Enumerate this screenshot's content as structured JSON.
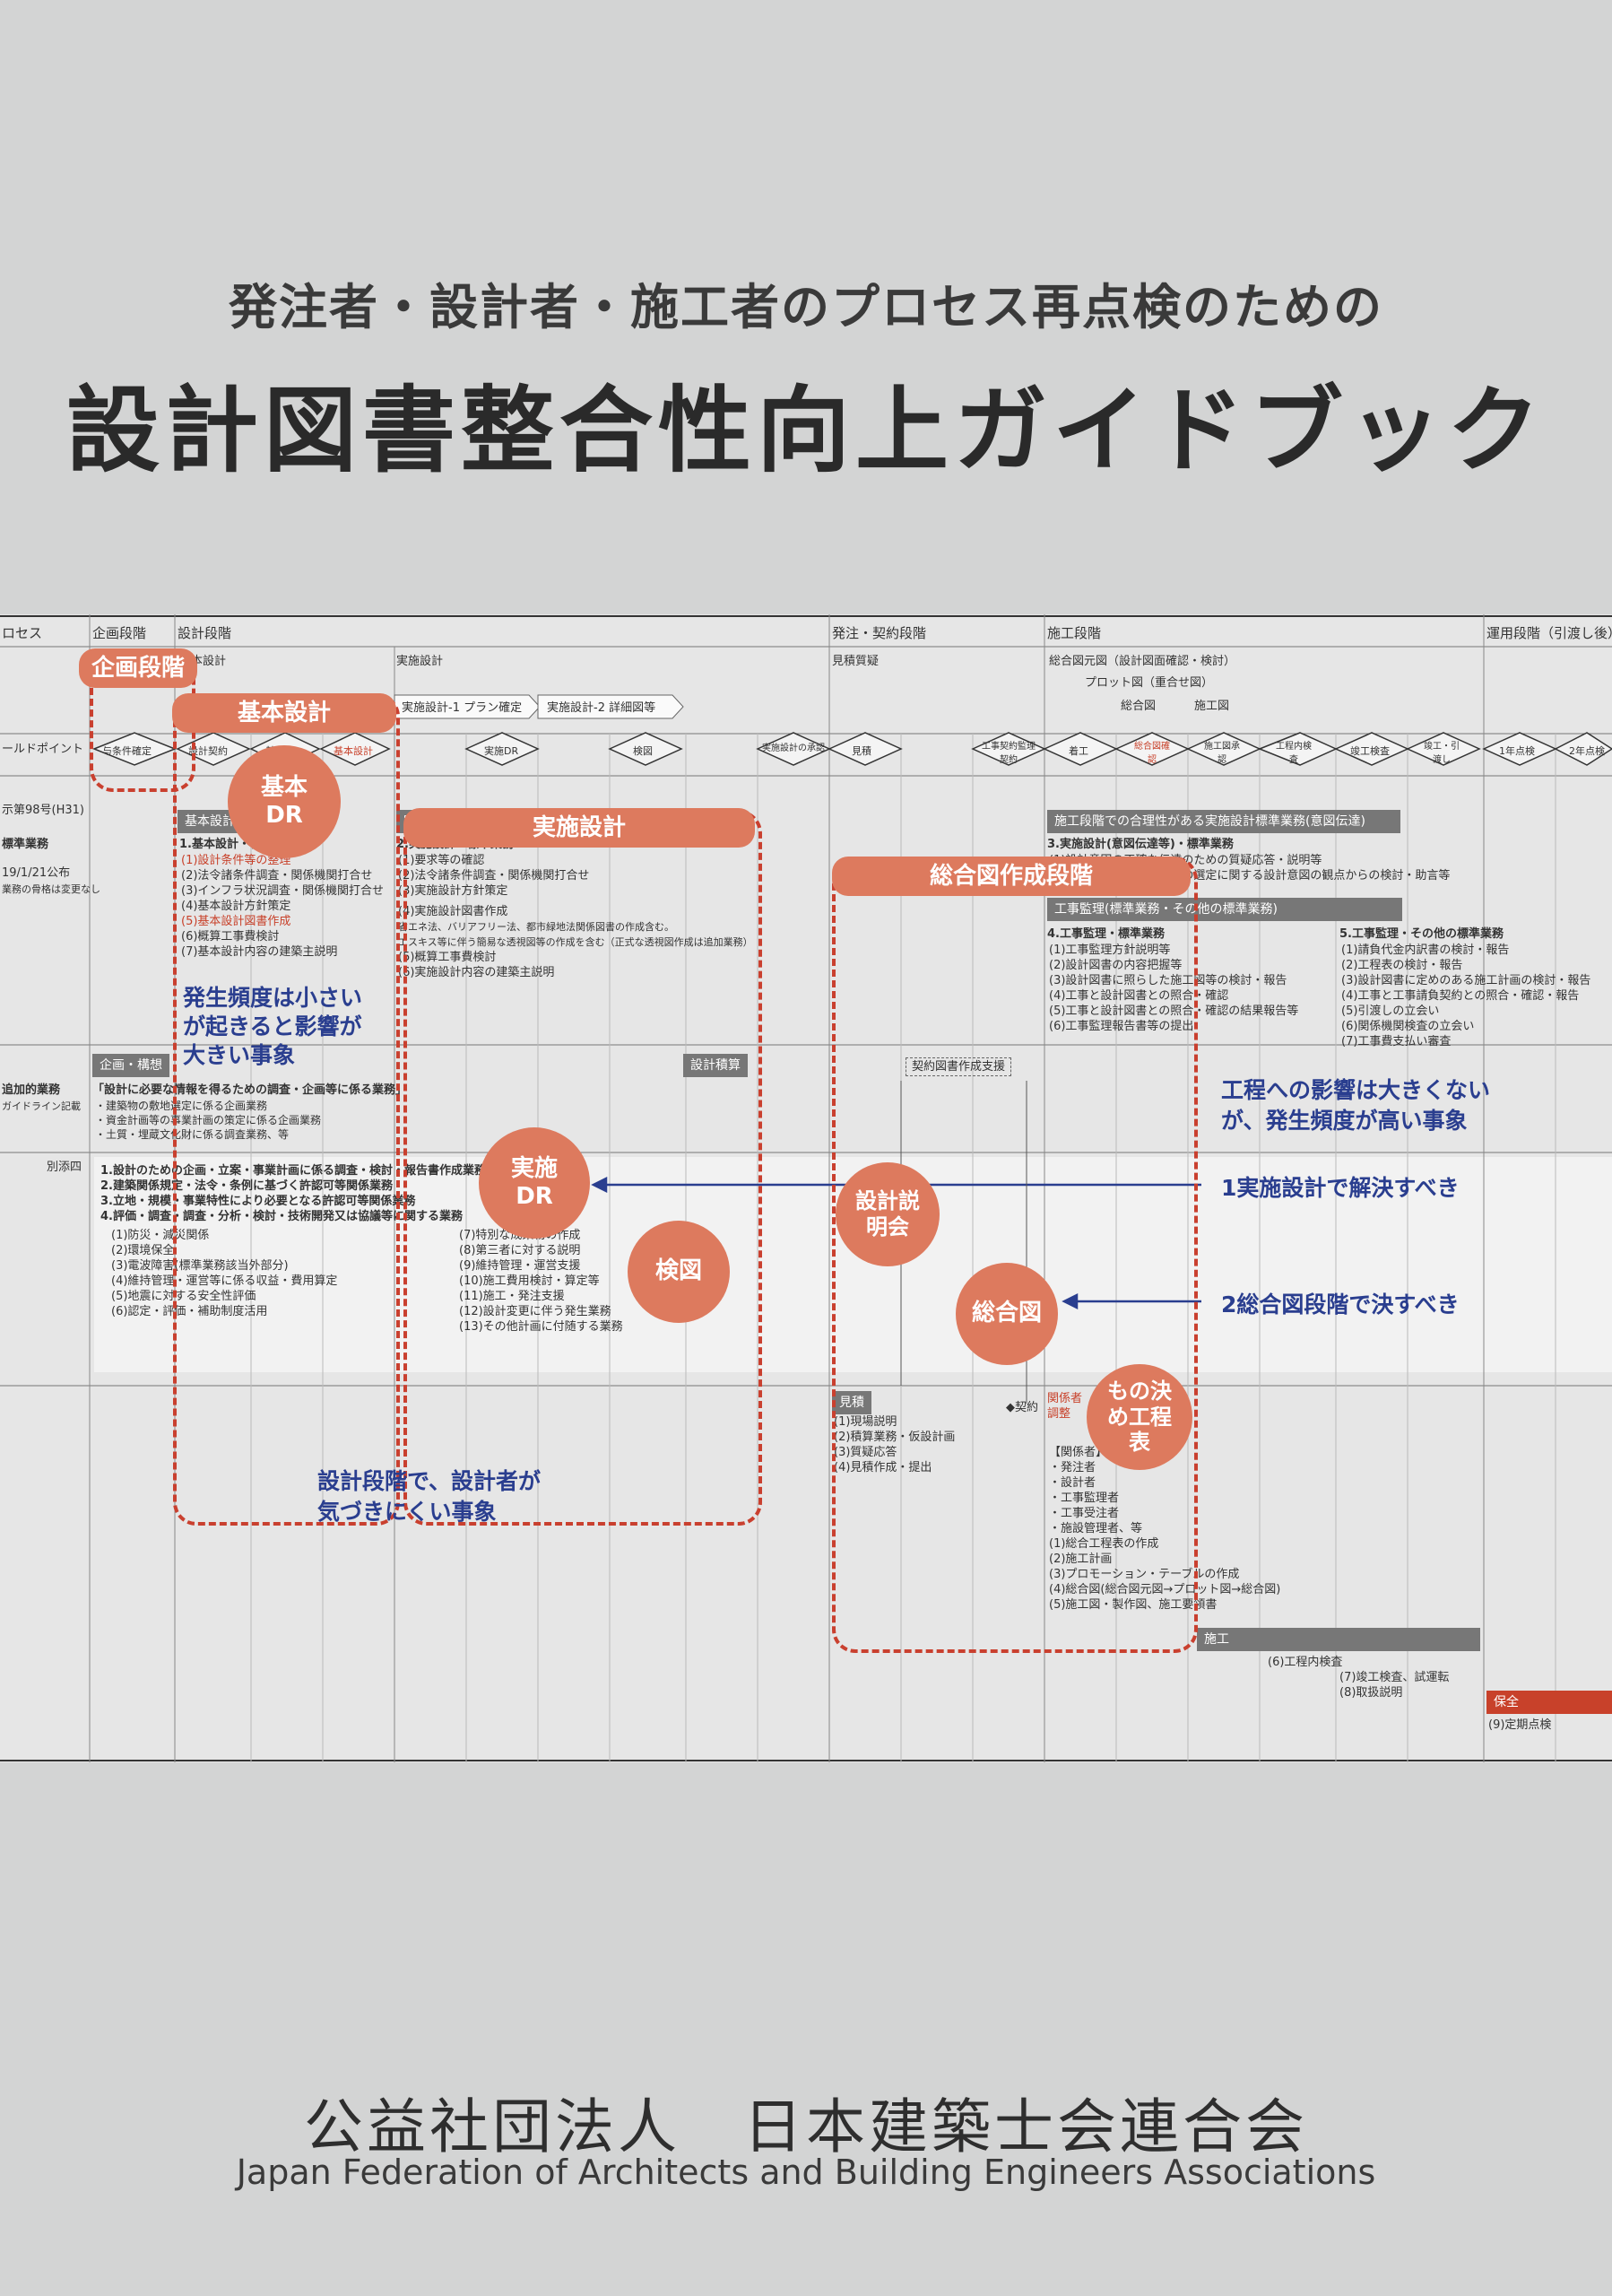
{
  "cover": {
    "subtitle": "発注者・設計者・施工者のプロセス再点検のための",
    "title": "設計図書整合性向上ガイドブック",
    "org_jp": "公益社団法人　日本建築士会連合会",
    "org_en": "Japan Federation of Architects and Building Engineers Associations"
  },
  "chart": {
    "row_labels": {
      "process": "ロセス",
      "milestone": "ールドポイント",
      "notice": "示第98号(H31)",
      "standard": "標準業務",
      "date_note": "19/1/21公布",
      "date_note2": "業務の骨格は変更なし",
      "additional": "追加的業務",
      "guideline": "ガイドライン記載",
      "attachment": "別添四"
    },
    "phases": [
      "企画段階",
      "設計段階",
      "発注・契約段階",
      "施工段階",
      "運用段階（引渡し後）"
    ],
    "subphases": {
      "basic": "基本設計",
      "detailed": "実施設計",
      "estimate": "見積質疑",
      "shop": "総合図元図（設計図面確認・検討）",
      "plot": "プロット図（重合せ図）",
      "sogozu": "総合図",
      "sekozu": "施工図",
      "plan1": "実施設計-1 プラン確定",
      "plan2": "実施設計-2 詳細図等"
    },
    "milestones": [
      "与条件確定",
      "設計契約",
      "基本DR",
      "基本設計",
      "実施DR",
      "検図",
      "実施設計の承認",
      "見積",
      "工事契約監理契約",
      "着工",
      "総合図確認",
      "施工図承認",
      "工程内検査",
      "竣工検査",
      "竣工・引渡し",
      "1年点検",
      "2年点検"
    ],
    "basic_block": {
      "head": "基本設計",
      "title": "1.基本設計・標準業務",
      "items": [
        "(1)設計条件等の整理",
        "(2)法令諸条件調査・関係機関打合せ",
        "(3)インフラ状況調査・関係機関打合せ",
        "(4)基本設計方針策定",
        "(5)基本設計図書作成",
        "(6)概算工事費検討",
        "(7)基本設計内容の建築主説明"
      ]
    },
    "detailed_block": {
      "head": "実施設計",
      "title": "2.実施設計・標準業務",
      "items": [
        "(1)要求等の確認",
        "(2)法令諸条件調査・関係機関打合せ",
        "(3)実施設計方針策定",
        "(4)実施設計図書作成",
        "省エネ法、バリアフリー法、都市緑地法関係図書の作成含む。",
        "エスキス等に伴う簡易な透視図等の作成を含む（正式な透視図作成は追加業務）",
        "(5)概算工事費検討",
        "(6)実施設計内容の建築主説明"
      ]
    },
    "construction_block": {
      "bar1": "施工段階での合理性がある実施設計標準業務(意図伝達)",
      "title3": "3.実施設計(意図伝達等)・標準業務",
      "items3": [
        "(1)設計意図の正確な伝達のための質疑応答・説明等",
        "(2)工事材料、設備機器等の選定に関する設計意図の観点からの検討・助言等"
      ],
      "bar2": "工事監理(標準業務・その他の標準業務)",
      "title4": "4.工事監理・標準業務",
      "items4": [
        "(1)工事監理方針説明等",
        "(2)設計図書の内容把握等",
        "(3)設計図書に照らした施工図等の検討・報告",
        "(4)工事と設計図書との照合・確認",
        "(5)工事と設計図書との照合・確認の結果報告等",
        "(6)工事監理報告書等の提出"
      ],
      "title5": "5.工事監理・その他の標準業務",
      "items5": [
        "(1)請負代金内訳書の検討・報告",
        "(2)工程表の検討・報告",
        "(3)設計図書に定めのある施工計画の検討・報告",
        "(4)工事と工事請負契約との照合・確認・報告",
        "(5)引渡しの立会い",
        "(6)関係機関検査の立会い",
        "(7)工事費支払い審査"
      ]
    },
    "planning_block": {
      "bar": "企画・構想",
      "title": "「設計に必要な情報を得るための調査・企画等に係る業務」",
      "items": [
        "・建築物の敷地選定に係る企画業務",
        "・資金計画等の事業計画の策定に係る企画業務",
        "・土質・埋蔵文化財に係る調査業務、等"
      ],
      "calc": "設計積算",
      "contract": "契約図書作成支援"
    },
    "attachment_block": {
      "items_bold": [
        "1.設計のための企画・立案・事業計画に係る調査・検討・報告書作成業務",
        "2.建築関係規定・法令・条例に基づく許認可等関係業務",
        "3.立地・規模・事業特性により必要となる許認可等関係業務",
        "4.評価・調査・調査・分析・検討・技術開発又は協議等に関する業務"
      ],
      "items_left": [
        "(1)防災・減災関係",
        "(2)環境保全",
        "(3)電波障害(標準業務該当外部分)",
        "(4)維持管理・運営等に係る収益・費用算定",
        "(5)地震に対する安全性評価",
        "(6)認定・評価・補助制度活用"
      ],
      "items_right": [
        "(7)特別な成果物の作成",
        "(8)第三者に対する説明",
        "(9)維持管理・運営支援",
        "(10)施工費用検討・算定等",
        "(11)施工・発注支援",
        "(12)設計変更に伴う発生業務",
        "(13)その他計画に付随する業務"
      ]
    },
    "bottom_block": {
      "mitsumori": "見積",
      "items": [
        "(1)現場説明",
        "(2)積算業務・仮設計画",
        "(3)質疑応答",
        "(4)見積作成・提出"
      ],
      "keiyaku": "◆契約",
      "kankei": "関係者調整",
      "members_head": "【関係者】",
      "members": [
        "・発注者",
        "・設計者",
        "・工事監理者",
        "・工事受注者",
        "・施設管理者、等"
      ],
      "steps": [
        "(1)総合工程表の作成",
        "(2)施工計画",
        "(3)プロモーション・テーブルの作成",
        "(4)総合図(総合図元図→プロット図→総合図)",
        "(5)施工図・製作図、施工要領書"
      ],
      "seko": "施工",
      "seko_items": [
        "(6)工程内検査",
        "(7)竣工検査、試運転",
        "(8)取扱説明"
      ],
      "hozen": "保全",
      "hozen_item": "(9)定期点検"
    },
    "tags": {
      "kikaku": "企画段階",
      "kihon": "基本設計",
      "jisshi": "実施設計",
      "sogo": "総合図作成段階"
    },
    "circles": {
      "kihon_dr": "基本DR",
      "jisshi_dr": "実施DR",
      "kenzu": "検図",
      "setsumei": "設計説明会",
      "sogozu": "総合図",
      "monogime": "もの決め工程表"
    },
    "annotations": {
      "a1": [
        "発生頻度は小さい",
        "が起きると影響が",
        "大きい事象"
      ],
      "a2": [
        "工程への影響は大きくない",
        "が、発生頻度が高い事象"
      ],
      "a3": "1実施設計で解決すべき",
      "a4": "2総合図段階で決すべき",
      "a5": [
        "設計段階で、設計者が",
        "気づきにくい事象"
      ]
    }
  }
}
